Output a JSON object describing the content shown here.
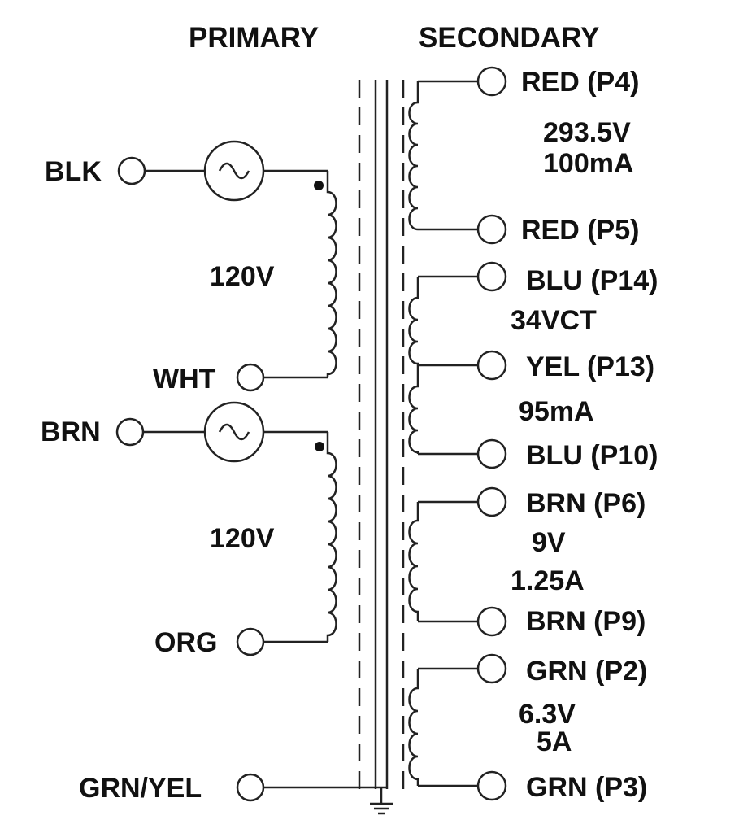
{
  "headers": {
    "primary": "PRIMARY",
    "secondary": "SECONDARY"
  },
  "primary": {
    "blk": "BLK",
    "wht": "WHT",
    "brn": "BRN",
    "org": "ORG",
    "ground": "GRN/YEL",
    "winding1_voltage": "120V",
    "winding2_voltage": "120V"
  },
  "secondary": {
    "hv": {
      "top": "RED (P4)",
      "bottom": "RED (P5)",
      "voltage": "293.5V",
      "current": "100mA"
    },
    "ct": {
      "top": "BLU (P14)",
      "center": "YEL (P13)",
      "bottom": "BLU (P10)",
      "voltage": "34VCT",
      "current": "95mA"
    },
    "lv1": {
      "top": "BRN (P6)",
      "bottom": "BRN (P9)",
      "voltage": "9V",
      "current": "1.25A"
    },
    "lv2": {
      "top": "GRN (P2)",
      "bottom": "GRN (P3)",
      "voltage": "6.3V",
      "current": "5A"
    }
  },
  "colors": {
    "line": "#222222",
    "text": "#111111",
    "background": "#ffffff"
  }
}
